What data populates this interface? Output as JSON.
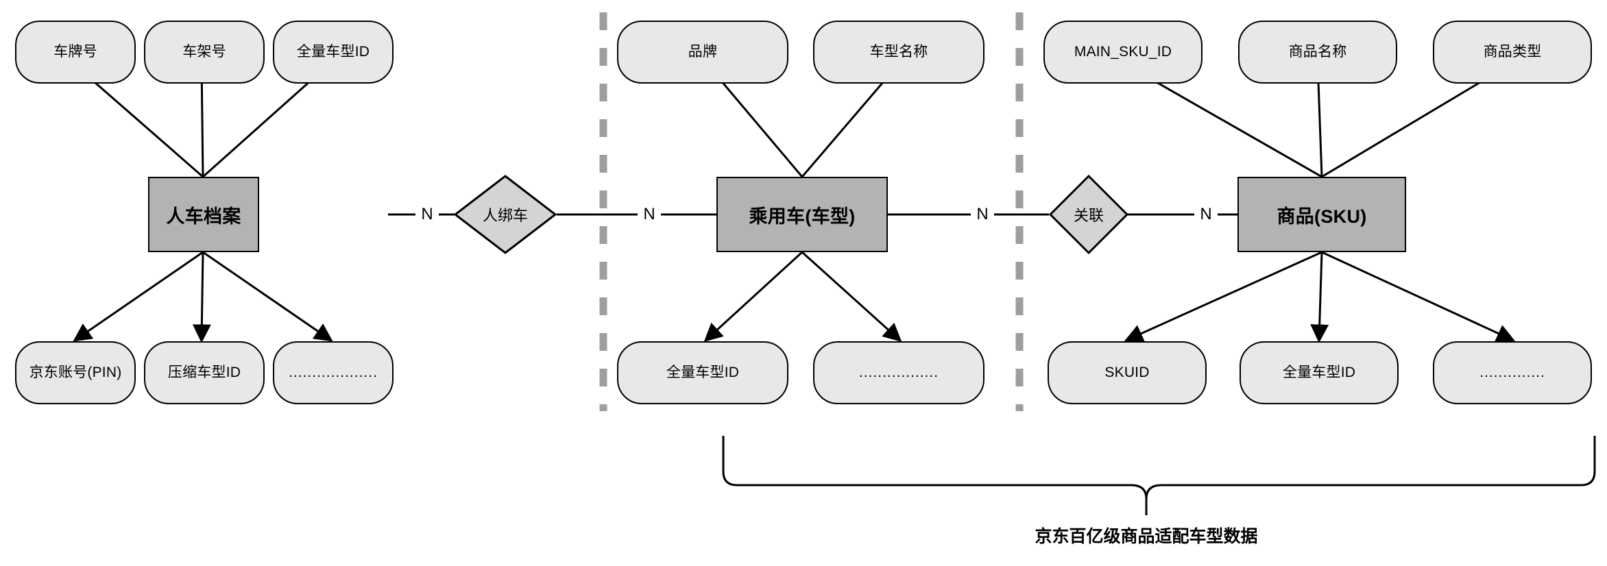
{
  "diagram": {
    "title_caption": "京东百亿级商品适配车型数据",
    "colors": {
      "entity_fill": "#b3b3b3",
      "attribute_fill": "#e8e8e8",
      "relationship_fill": "#d4d4d4",
      "stroke": "#000000",
      "separator": "#9e9e9e",
      "background": "#ffffff"
    },
    "groups": [
      {
        "id": "group-person-vehicle",
        "entity": {
          "label": "人车档案"
        },
        "attributes_top": [
          {
            "label": "车牌号"
          },
          {
            "label": "车架号"
          },
          {
            "label": "全量车型ID"
          }
        ],
        "attributes_bottom": [
          {
            "label": "京东账号(PIN)"
          },
          {
            "label": "压缩车型ID"
          },
          {
            "label": "..................."
          }
        ]
      },
      {
        "id": "group-passenger-car",
        "entity": {
          "label": "乘用车(车型)"
        },
        "attributes_top": [
          {
            "label": "品牌"
          },
          {
            "label": "车型名称"
          }
        ],
        "attributes_bottom": [
          {
            "label": "全量车型ID"
          },
          {
            "label": "................."
          }
        ]
      },
      {
        "id": "group-sku",
        "entity": {
          "label": "商品(SKU)"
        },
        "attributes_top": [
          {
            "label": "MAIN_SKU_ID"
          },
          {
            "label": "商品名称"
          },
          {
            "label": "商品类型"
          }
        ],
        "attributes_bottom": [
          {
            "label": "SKUID"
          },
          {
            "label": "全量车型ID"
          },
          {
            "label": ".............."
          }
        ]
      }
    ],
    "relationships": [
      {
        "id": "rel-person-binds-car",
        "label": "人绑车",
        "left_cardinality": "N",
        "right_cardinality": "N"
      },
      {
        "id": "rel-association",
        "label": "关联",
        "left_cardinality": "N",
        "right_cardinality": "N"
      }
    ]
  }
}
